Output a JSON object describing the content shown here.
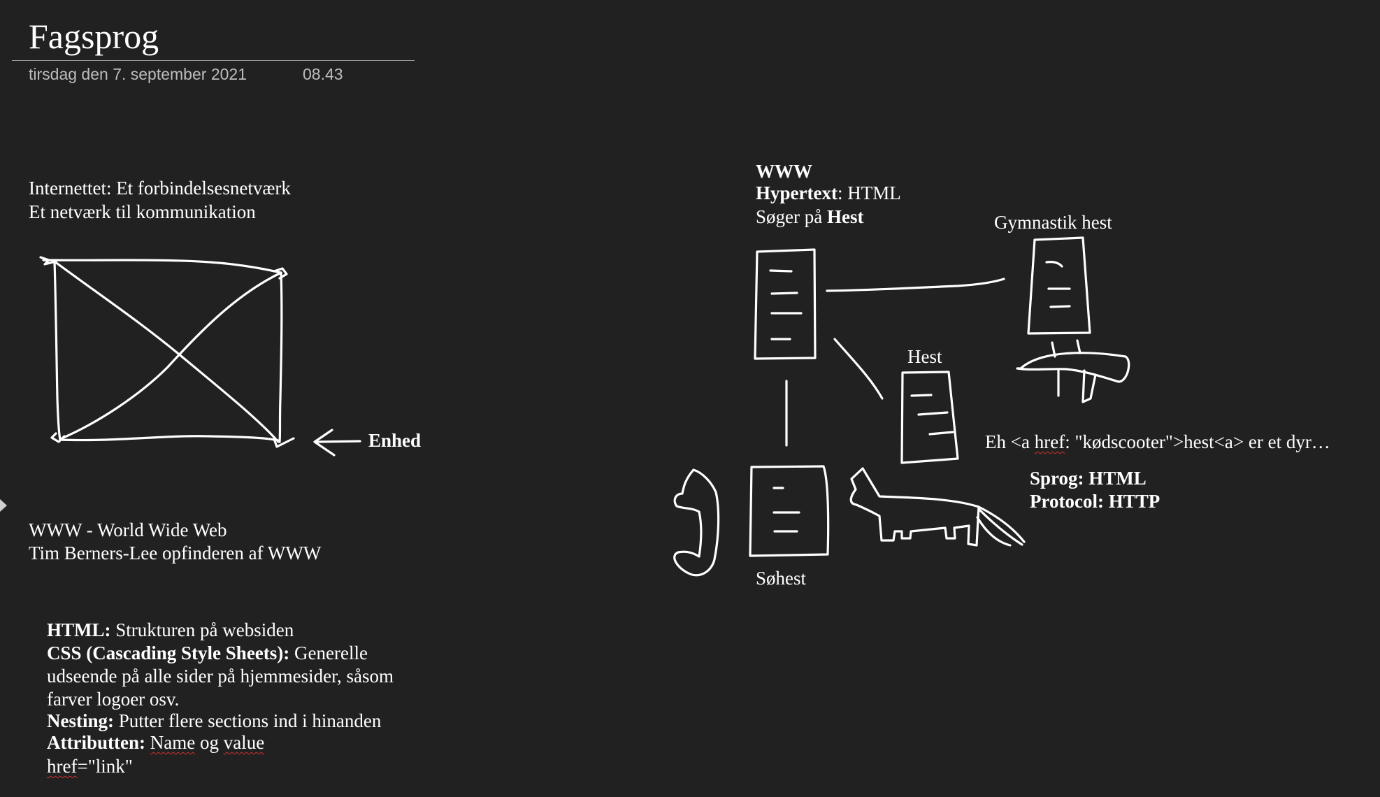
{
  "page": {
    "title": "Fagsprog",
    "date": "tirsdag den 7. september 2021",
    "time": "08.43"
  },
  "internet": {
    "line1": "Internettet: Et forbindelsesnetværk",
    "line2": "Et netværk til kommunikation",
    "device_label": "Enhed"
  },
  "www": {
    "line1": "WWW - World Wide Web",
    "line2": "Tim Berners-Lee opfinderen af WWW"
  },
  "definitions": {
    "html_term": "HTML:",
    "html_text": " Strukturen på websiden",
    "css_term": "CSS (Cascading Style Sheets):",
    "css_text1": " Generelle",
    "css_text2": "udseende på alle sider på hjemmesider, såsom",
    "css_text3": "farver logoer osv.",
    "nesting_term": "Nesting:",
    "nesting_text": " Putter flere sections ind i hinanden",
    "attr_term": "Attributten:",
    "attr_name": "Name",
    "attr_og": " og ",
    "attr_value": "value",
    "href_word": "href",
    "href_rest": "=\"link\""
  },
  "hypertext": {
    "heading": "WWW",
    "hypertext_term": "Hypertext",
    "hypertext_text": ": HTML",
    "search_text": "Søger på ",
    "search_term": "Hest",
    "label_gymnastik": "Gymnastik hest",
    "label_hest": "Hest",
    "label_sohest": "Søhest",
    "example_pre": "Eh <a ",
    "example_href": "href",
    "example_post": ": \"kødscooter\">hest<a> er et dyr…",
    "sprog": "Sprog: HTML",
    "protocol": "Protocol: HTTP"
  }
}
